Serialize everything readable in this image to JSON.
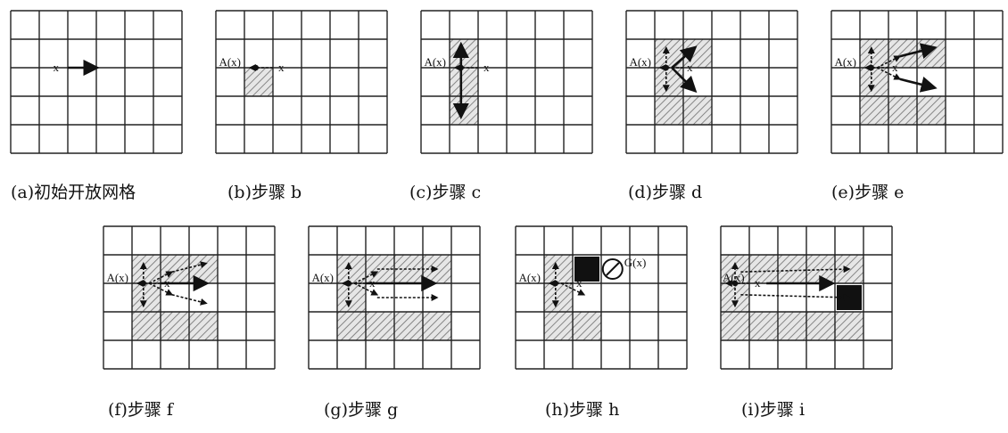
{
  "panels": [
    {
      "key": "a",
      "caption": "(a)初始开放网格",
      "start_label": "x",
      "pred_label": "",
      "gap_label": "",
      "shaded": [],
      "blocked": [],
      "solid": [
        [
          2,
          2,
          3,
          2
        ]
      ],
      "dashed": [],
      "gap": null
    },
    {
      "key": "b",
      "caption": "(b)步骤 b",
      "start_label": "x",
      "pred_label": "A(x)",
      "gap_label": "",
      "shaded": [
        [
          1,
          2
        ]
      ],
      "blocked": [],
      "solid": [],
      "dashed": [
        [
          2,
          2,
          1.2,
          2
        ]
      ],
      "gap": null
    },
    {
      "key": "c",
      "caption": "(c)步骤 c",
      "start_label": "x",
      "pred_label": "A(x)",
      "gap_label": "",
      "shaded": [
        [
          1,
          1
        ],
        [
          1,
          2
        ],
        [
          1,
          3
        ]
      ],
      "blocked": [],
      "solid": [
        [
          1.4,
          2,
          1.4,
          1.2
        ],
        [
          1.4,
          2,
          1.4,
          3.7
        ]
      ],
      "dashed": [
        [
          2,
          2,
          1.2,
          2
        ]
      ],
      "gap": null
    },
    {
      "key": "d",
      "caption": "(d)步骤 d",
      "start_label": "x",
      "pred_label": "A(x)",
      "gap_label": "",
      "shaded": [
        [
          1,
          1
        ],
        [
          2,
          1
        ],
        [
          1,
          2
        ],
        [
          1,
          3
        ],
        [
          2,
          3
        ]
      ],
      "blocked": [],
      "solid": [
        [
          1.6,
          2,
          2.4,
          1.3
        ],
        [
          1.6,
          2,
          2.4,
          2.8
        ]
      ],
      "dashed": [
        [
          2,
          2,
          1.2,
          2
        ],
        [
          1.4,
          2,
          1.4,
          1.3
        ],
        [
          1.4,
          2,
          1.4,
          2.8
        ]
      ],
      "gap": null
    },
    {
      "key": "e",
      "caption": "(e)步骤 e",
      "start_label": "x",
      "pred_label": "A(x)",
      "gap_label": "",
      "shaded": [
        [
          1,
          1
        ],
        [
          2,
          1
        ],
        [
          3,
          1
        ],
        [
          1,
          2
        ],
        [
          1,
          3
        ],
        [
          2,
          3
        ],
        [
          3,
          3
        ]
      ],
      "blocked": [],
      "solid": [
        [
          2.4,
          1.6,
          3.6,
          1.3
        ],
        [
          2.4,
          2.4,
          3.6,
          2.7
        ]
      ],
      "dashed": [
        [
          2,
          2,
          1.2,
          2
        ],
        [
          1.4,
          2,
          1.4,
          1.3
        ],
        [
          1.4,
          2,
          1.4,
          2.8
        ],
        [
          1.6,
          2,
          2.4,
          1.6
        ],
        [
          1.6,
          2,
          2.4,
          2.4
        ]
      ],
      "gap": null
    },
    {
      "key": "f",
      "caption": "(f)步骤 f",
      "start_label": "x",
      "pred_label": "A(x)",
      "gap_label": "",
      "shaded": [
        [
          1,
          1
        ],
        [
          2,
          1
        ],
        [
          3,
          1
        ],
        [
          1,
          2
        ],
        [
          1,
          3
        ],
        [
          2,
          3
        ],
        [
          3,
          3
        ]
      ],
      "blocked": [],
      "solid": [
        [
          2,
          2,
          3.6,
          2
        ]
      ],
      "dashed": [
        [
          2,
          2,
          1.2,
          2
        ],
        [
          1.4,
          2,
          1.4,
          1.3
        ],
        [
          1.4,
          2,
          1.4,
          2.8
        ],
        [
          1.6,
          2,
          2.4,
          1.6
        ],
        [
          1.6,
          2,
          2.4,
          2.4
        ],
        [
          2.4,
          1.6,
          3.6,
          1.3
        ],
        [
          2.4,
          2.4,
          3.6,
          2.7
        ]
      ],
      "gap": null
    },
    {
      "key": "g",
      "caption": "(g)步骤 g",
      "start_label": "x",
      "pred_label": "A(x)",
      "gap_label": "",
      "shaded": [
        [
          1,
          1
        ],
        [
          2,
          1
        ],
        [
          3,
          1
        ],
        [
          4,
          1
        ],
        [
          1,
          2
        ],
        [
          1,
          3
        ],
        [
          2,
          3
        ],
        [
          3,
          3
        ],
        [
          4,
          3
        ]
      ],
      "blocked": [],
      "solid": [
        [
          2,
          2,
          4.4,
          2
        ]
      ],
      "dashed": [
        [
          2,
          2,
          1.2,
          2
        ],
        [
          1.4,
          2,
          1.4,
          1.3
        ],
        [
          1.4,
          2,
          1.4,
          2.8
        ],
        [
          1.6,
          2,
          2.4,
          1.6
        ],
        [
          1.6,
          2,
          2.4,
          2.4
        ],
        [
          2.4,
          1.5,
          4.5,
          1.5
        ],
        [
          2.4,
          2.5,
          4.5,
          2.5
        ]
      ],
      "gap": null
    },
    {
      "key": "h",
      "caption": "(h)步骤 h",
      "start_label": "x",
      "pred_label": "A(x)",
      "gap_label": "G(x)",
      "shaded": [
        [
          1,
          1
        ],
        [
          1,
          2
        ],
        [
          1,
          3
        ],
        [
          2,
          3
        ]
      ],
      "blocked": [
        [
          2,
          1
        ]
      ],
      "solid": [],
      "dashed": [
        [
          2,
          2,
          1.2,
          2
        ],
        [
          1.4,
          2,
          1.4,
          1.3
        ],
        [
          1.4,
          2,
          1.4,
          2.8
        ],
        [
          1.6,
          2,
          2.4,
          2.4
        ]
      ],
      "gap": [
        3.4,
        1.5
      ]
    },
    {
      "key": "i",
      "caption": "(i)步骤 i",
      "start_label": "x",
      "pred_label": "A(x)",
      "gap_label": "",
      "shaded": [
        [
          0,
          1
        ],
        [
          1,
          1
        ],
        [
          2,
          1
        ],
        [
          3,
          1
        ],
        [
          4,
          1
        ],
        [
          0,
          2
        ],
        [
          0,
          3
        ],
        [
          1,
          3
        ],
        [
          2,
          3
        ],
        [
          3,
          3
        ],
        [
          4,
          3
        ]
      ],
      "blocked": [
        [
          4,
          2
        ]
      ],
      "solid": [
        [
          1.6,
          2,
          3.9,
          2
        ]
      ],
      "dashed": [
        [
          1,
          2,
          0.2,
          2
        ],
        [
          0.5,
          2,
          0.5,
          1.3
        ],
        [
          0.5,
          2,
          0.5,
          2.8
        ],
        [
          0.7,
          1.6,
          4.5,
          1.5
        ],
        [
          0.7,
          2.4,
          4.5,
          2.5
        ]
      ],
      "gap": null
    }
  ]
}
